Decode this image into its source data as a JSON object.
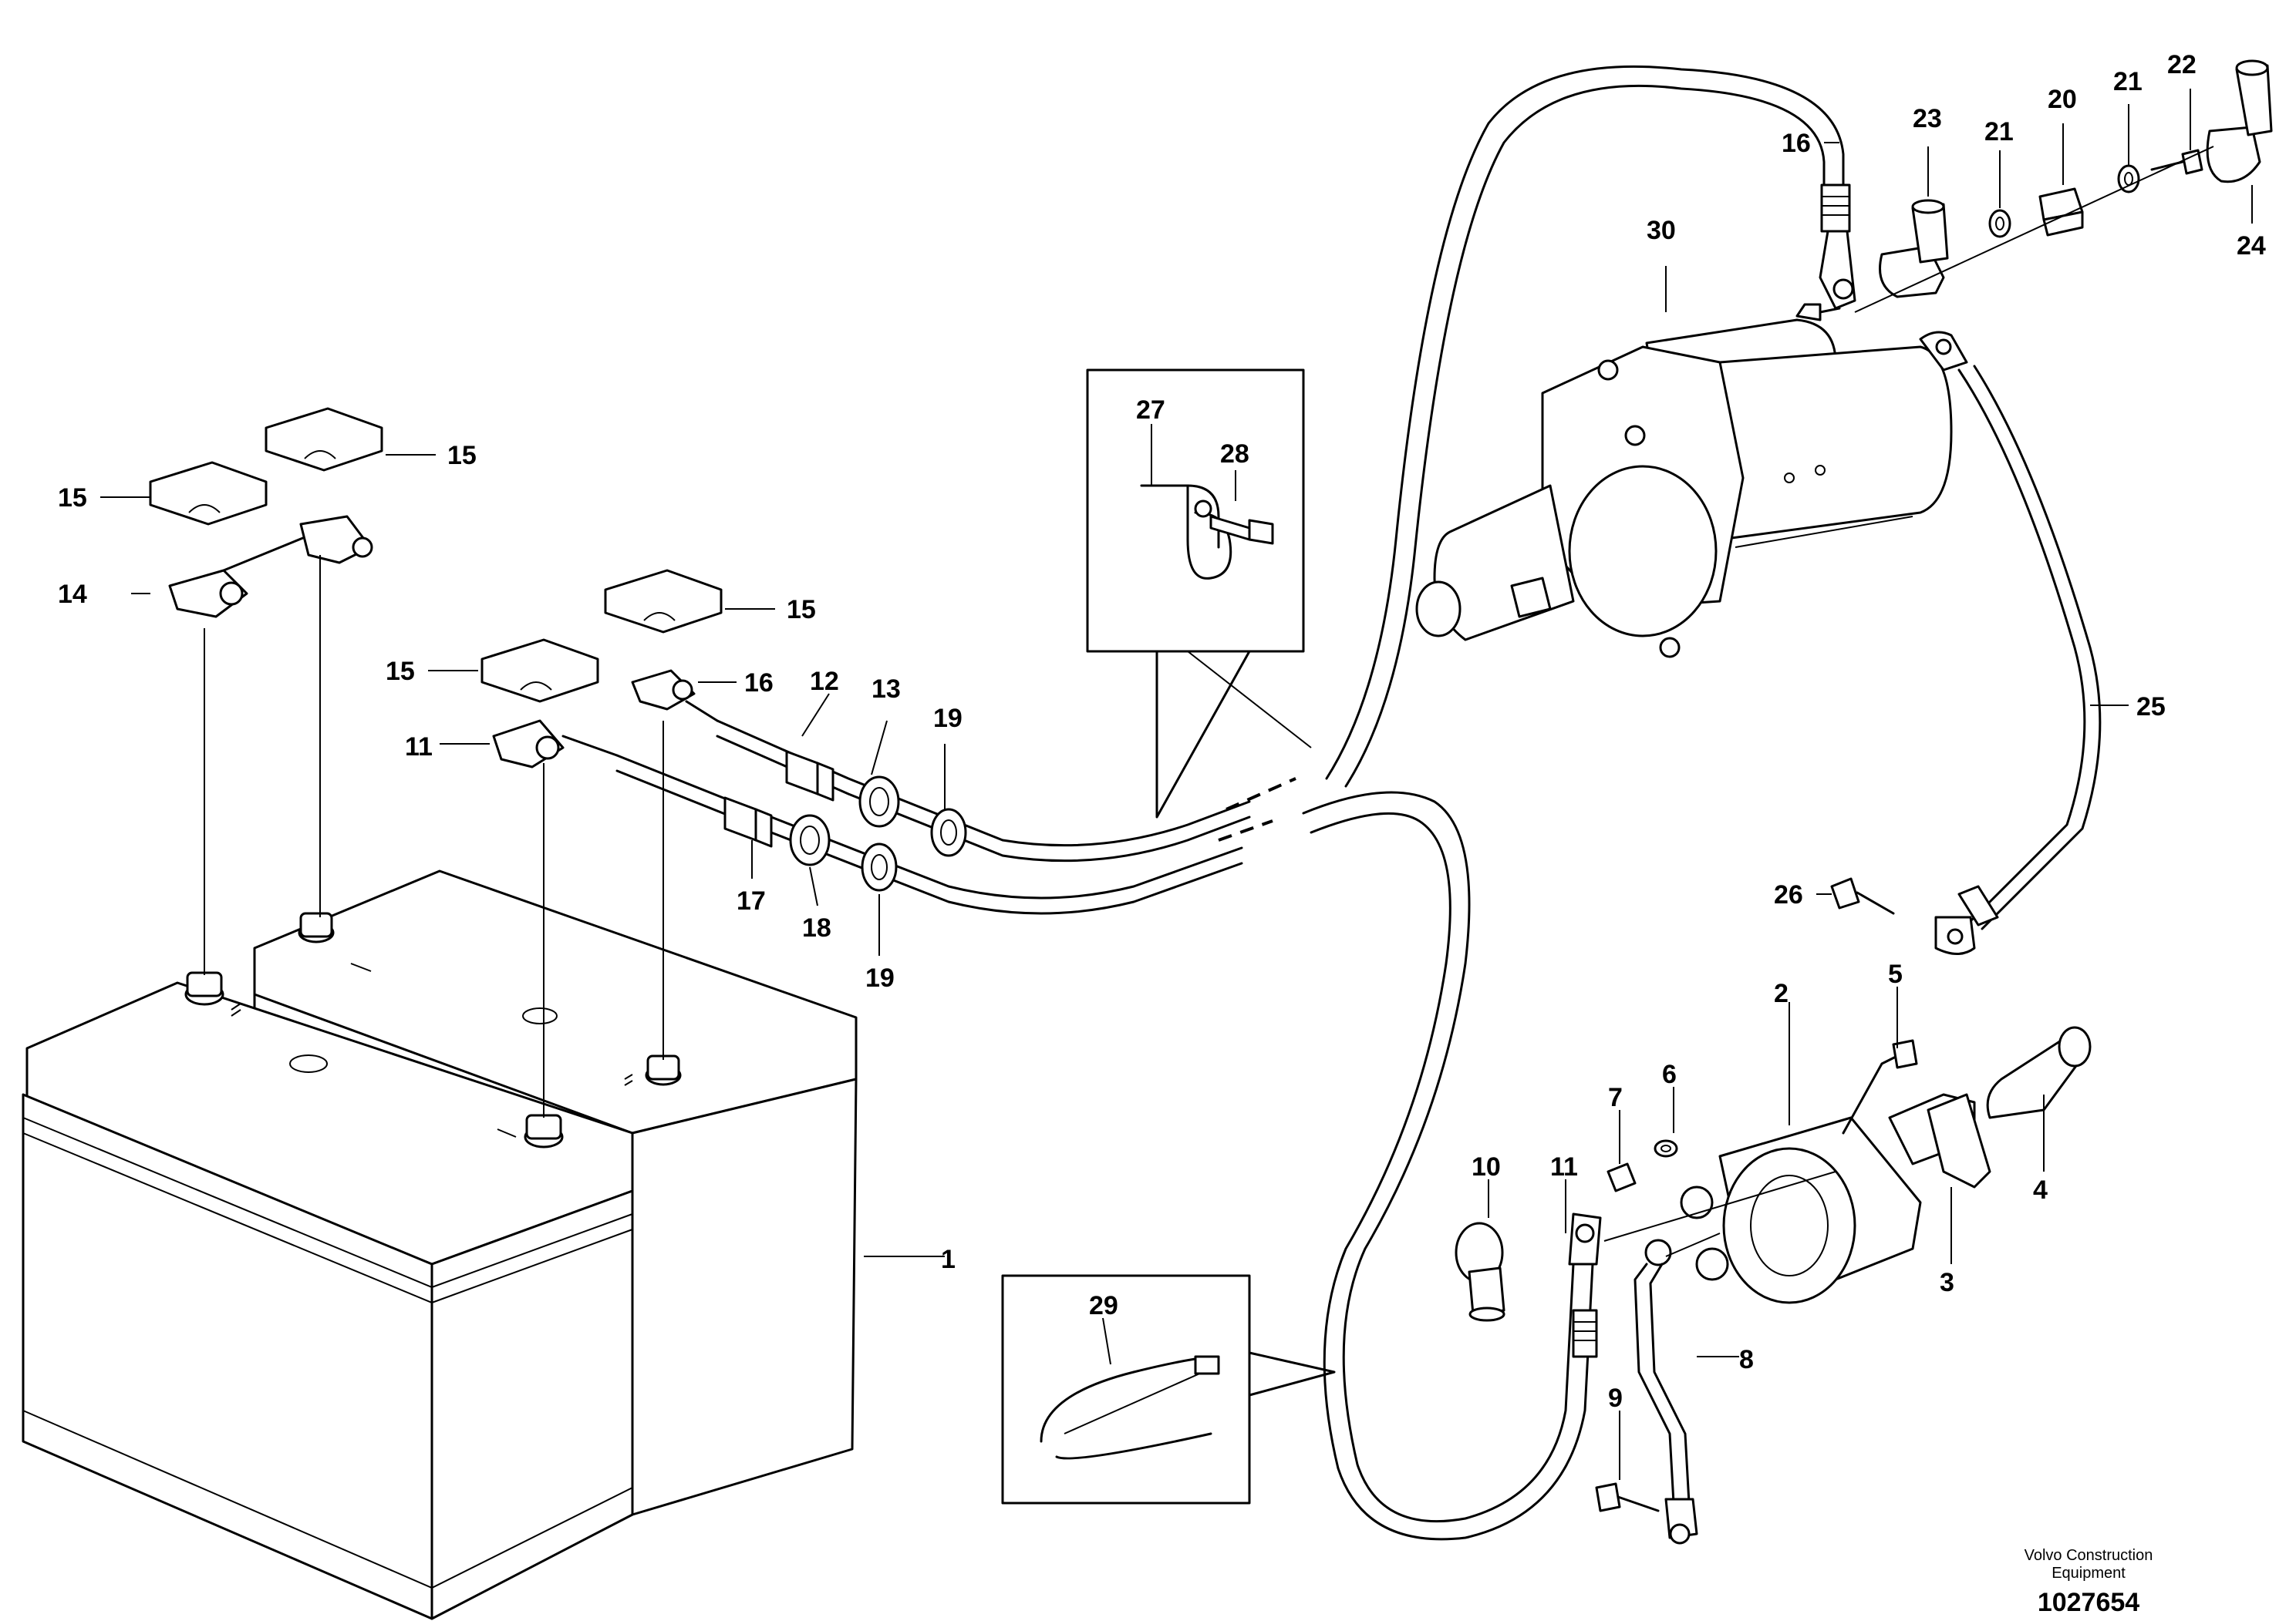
{
  "labels": {
    "l1": "1",
    "l2": "2",
    "l3": "3",
    "l4": "4",
    "l5": "5",
    "l6": "6",
    "l7": "7",
    "l8": "8",
    "l9": "9",
    "l10": "10",
    "l11a": "11",
    "l11b": "11",
    "l12": "12",
    "l13": "13",
    "l14": "14",
    "l15a": "15",
    "l15b": "15",
    "l15c": "15",
    "l15d": "15",
    "l16a": "16",
    "l16b": "16",
    "l17": "17",
    "l18": "18",
    "l19a": "19",
    "l19b": "19",
    "l20": "20",
    "l21a": "21",
    "l21b": "21",
    "l22": "22",
    "l23": "23",
    "l24": "24",
    "l25": "25",
    "l26": "26",
    "l27": "27",
    "l28": "28",
    "l29": "29",
    "l30": "30"
  },
  "footer": {
    "brand_line1": "Volvo Construction",
    "brand_line2": "Equipment",
    "drawing_number": "1027654"
  }
}
